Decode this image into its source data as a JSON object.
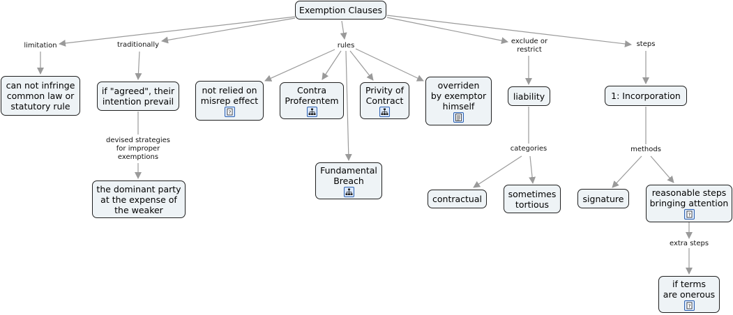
{
  "nodes": {
    "root": {
      "label": "Exemption Clauses"
    },
    "cant_infringe": {
      "label": "can not infringe\ncommon law or\nstatutory rule"
    },
    "if_agreed": {
      "label": "if \"agreed\", their\nintention prevail"
    },
    "dominant_party": {
      "label": "the dominant party\nat the expense of\nthe weaker"
    },
    "not_relied": {
      "label": "not relied on\nmisrep effect",
      "icon": "question-doc-icon"
    },
    "contra": {
      "label": "Contra\nProferentem",
      "icon": "concept-map-icon"
    },
    "privity": {
      "label": "Privity of\nContract",
      "icon": "concept-map-icon"
    },
    "overriden": {
      "label": "overriden\nby exemptor\nhimself",
      "icon": "text-doc-icon"
    },
    "fundamental": {
      "label": "Fundamental\nBreach",
      "icon": "concept-map-icon"
    },
    "liability": {
      "label": "liability"
    },
    "contractual": {
      "label": "contractual"
    },
    "tortious": {
      "label": "sometimes\ntortious"
    },
    "incorporation": {
      "label": "1: Incorporation"
    },
    "signature": {
      "label": "signature"
    },
    "reasonable": {
      "label": "reasonable steps\nbringing attention",
      "icon": "question-doc-icon"
    },
    "onerous": {
      "label": "if terms\nare onerous",
      "icon": "question-doc-icon"
    }
  },
  "link_labels": {
    "limitation": "limitation",
    "traditionally": "traditionally",
    "rules": "rules",
    "exclude": "exclude or\nrestrict",
    "steps": "steps",
    "devised": "devised strategies\nfor improper\nexemptions",
    "categories": "categories",
    "methods": "methods",
    "extra": "extra steps"
  },
  "colors": {
    "node_fill": "#eef3f6",
    "node_border": "#1f1f1f",
    "line": "#9a9a9a",
    "icon": "#2a5fb0"
  }
}
